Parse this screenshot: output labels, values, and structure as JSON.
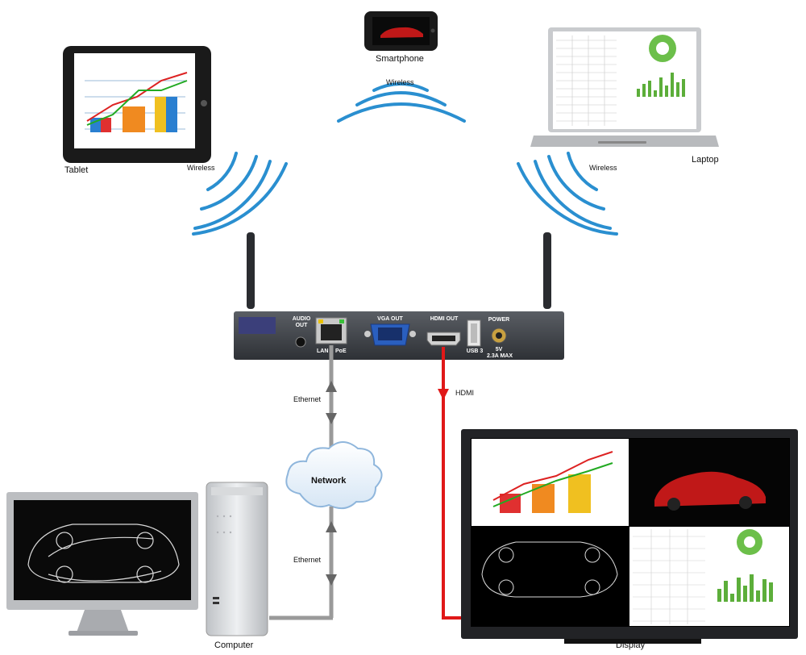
{
  "devices": {
    "tablet": "Tablet",
    "smartphone": "Smartphone",
    "laptop": "Laptop",
    "computer": "Computer",
    "display": "Display"
  },
  "links": {
    "wireless_left": "Wireless",
    "wireless_top": "Wireless",
    "wireless_right": "Wireless",
    "ethernet_top": "Ethernet",
    "ethernet_bottom": "Ethernet",
    "hdmi": "HDMI",
    "network": "Network"
  },
  "ports": {
    "audio_line1": "AUDIO",
    "audio_line2": "OUT",
    "lan": "LAN",
    "poe": "PoE",
    "vga": "VGA OUT",
    "hdmi": "HDMI OUT",
    "usb": "USB 3",
    "power": "POWER",
    "power_spec1": "5V",
    "power_spec2": "2.3A MAX"
  },
  "colors": {
    "wireless": "#2a8fd0",
    "hdmi_cable": "#e01818",
    "ethernet_cable": "#9a9a9a",
    "device_body": "#3c3f44"
  }
}
